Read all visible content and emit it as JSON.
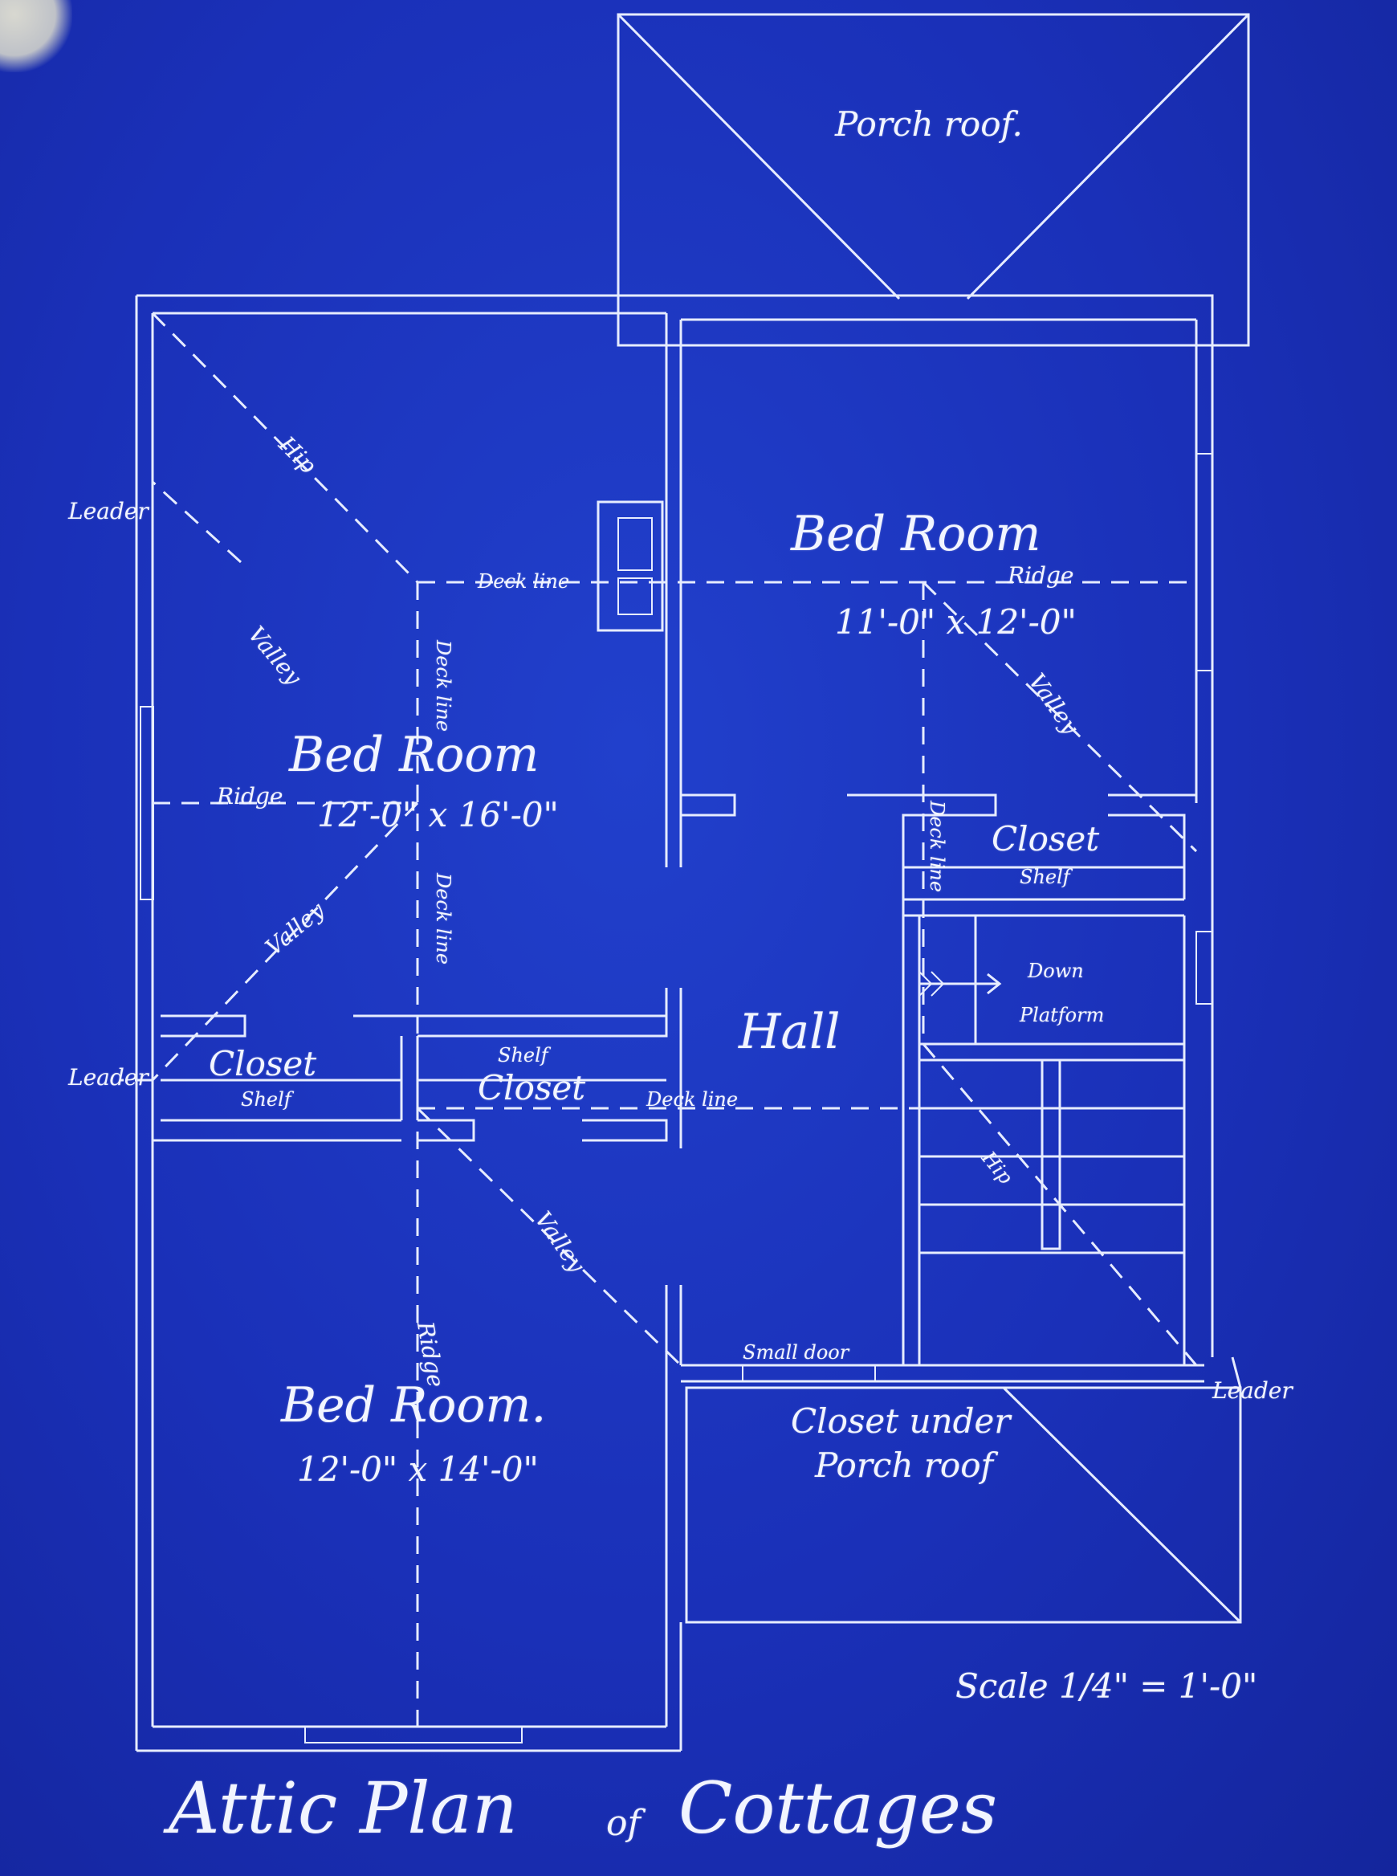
{
  "plan": {
    "title_part1": "Attic Plan",
    "title_of": "of",
    "title_part2": "Cottages",
    "scale": "Scale 1/4\" = 1'-0\"",
    "rooms": {
      "porch_roof_top": "Porch roof.",
      "bed_room_ne": "Bed Room",
      "bed_room_ne_dim": "11'-0\" x 12'-0\"",
      "bed_room_w": "Bed Room",
      "bed_room_w_dim": "12'-0\" x 16'-0\"",
      "bed_room_sw": "Bed Room.",
      "bed_room_sw_dim": "12'-0\" x 14'-0\"",
      "hall": "Hall",
      "closet_e": "Closet",
      "closet_w": "Closet",
      "closet_c": "Closet",
      "closet_porch": "Closet under",
      "closet_porch_2": "Porch roof"
    },
    "notes": {
      "leader_1": "Leader",
      "leader_2": "Leader",
      "leader_3": "Leader",
      "hip_1": "Hip",
      "hip_2": "Hip",
      "valley_1": "Valley",
      "valley_2": "Valley",
      "valley_3": "Valley",
      "valley_4": "Valley",
      "ridge_1": "Ridge",
      "ridge_2": "Ridge",
      "ridge_3": "Ridge",
      "deckline_1": "Deck line",
      "deckline_2": "Deck line",
      "deckline_3": "Deck line",
      "deckline_4": "Deck line",
      "deckline_5": "Deck line",
      "shelf_1": "Shelf",
      "shelf_2": "Shelf",
      "shelf_3": "Shelf",
      "down": "Down",
      "platform": "Platform",
      "small_door": "Small door"
    }
  }
}
